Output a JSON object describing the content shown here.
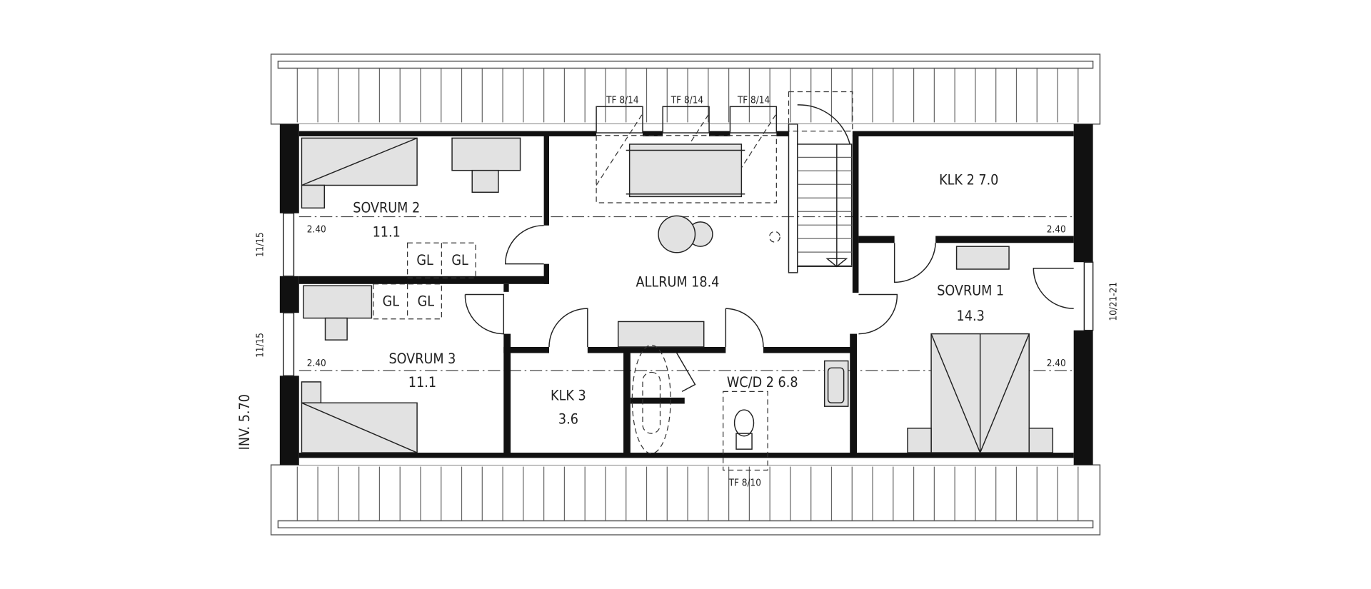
{
  "plan": {
    "colors": {
      "wall": "#111111",
      "furniture": "#e2e2e2",
      "line": "#222222"
    },
    "rooms": {
      "sovrum2": {
        "name": "SOVRUM 2",
        "area": "11.1"
      },
      "sovrum3": {
        "name": "SOVRUM 3",
        "area": "11.1"
      },
      "sovrum1": {
        "name": "SOVRUM 1",
        "area": "14.3"
      },
      "allrum": {
        "label": "ALLRUM 18.4"
      },
      "klk2": {
        "label": "KLK 2 7.0"
      },
      "klk3": {
        "name": "KLK 3",
        "area": "3.6"
      },
      "wcd2": {
        "label": "WC/D 2 6.8"
      }
    },
    "roof_windows": [
      "TF 8/14",
      "TF 8/14",
      "TF 8/14"
    ],
    "roof_window_bottom": "TF 8/10",
    "ceiling_heights": [
      "2.40",
      "2.40",
      "2.40",
      "2.40"
    ],
    "storage": [
      "GL",
      "GL",
      "GL",
      "GL"
    ],
    "windows": {
      "left_upper": "11/15",
      "left_lower": "11/15",
      "right": "10/21-21"
    },
    "inv_label": "INV. 5.70"
  }
}
